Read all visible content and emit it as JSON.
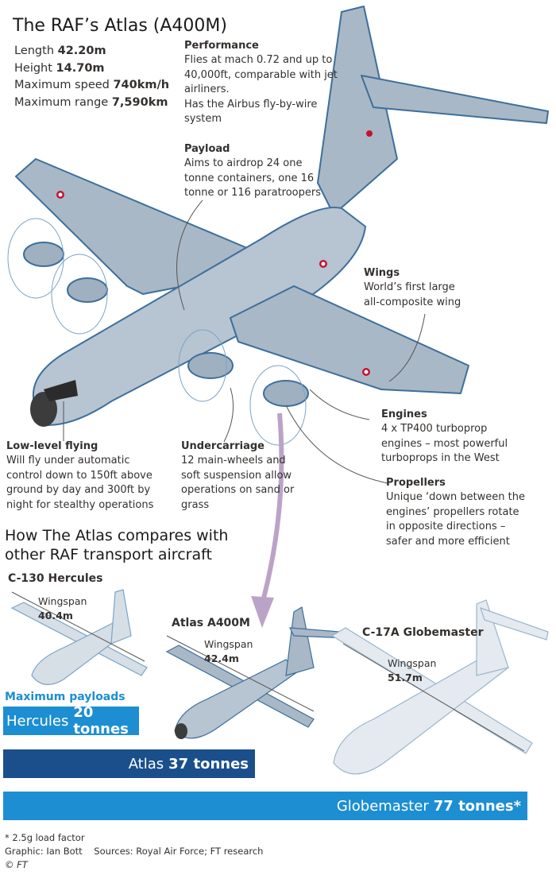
{
  "title": "The RAF’s Atlas (A400M)",
  "specs": [
    {
      "label": "Length",
      "value": "42.20m"
    },
    {
      "label": "Height",
      "value": "14.70m"
    },
    {
      "label": "Maximum speed",
      "value": "740km/h"
    },
    {
      "label": "Maximum range",
      "value": "7,590km"
    }
  ],
  "notes": {
    "performance": {
      "heading": "Performance",
      "lines": [
        "Flies at mach 0.72 and up to",
        "40,000ft, comparable with jet",
        "airliners.",
        "Has the Airbus fly-by-wire",
        "system"
      ]
    },
    "payload": {
      "heading": "Payload",
      "lines": [
        "Aims to airdrop 24 one",
        "tonne containers, one 16",
        "tonne or 116 paratroopers"
      ]
    },
    "wings": {
      "heading": "Wings",
      "lines": [
        "World’s first large",
        "all-composite wing"
      ]
    },
    "engines": {
      "heading": "Engines",
      "lines": [
        "4 x TP400 turboprop",
        "engines – most powerful",
        "turboprops in the West"
      ]
    },
    "propellers": {
      "heading": "Propellers",
      "lines": [
        "Unique ‘down between the",
        "engines’ propellers rotate",
        "in opposite directions –",
        "safer and more efficient"
      ]
    },
    "low_level": {
      "heading": "Low-level flying",
      "lines": [
        "Will fly under automatic",
        "control down to 150ft above",
        "ground by day and 300ft by",
        "night for stealthy operations"
      ]
    },
    "undercarriage": {
      "heading": "Undercarriage",
      "lines": [
        "12 main-wheels and",
        "soft suspension allow",
        "operations on sand or",
        "grass"
      ]
    }
  },
  "compare": {
    "title_line1": "How The Atlas compares with",
    "title_line2": "other RAF transport aircraft",
    "hercules": {
      "name": "C-130 Hercules",
      "wingspan_label": "Wingspan",
      "wingspan": "40.4m"
    },
    "atlas": {
      "name": "Atlas A400M",
      "wingspan_label": "Wingspan",
      "wingspan": "42.4m"
    },
    "globemaster": {
      "name": "C-17A Globemaster",
      "wingspan_label": "Wingspan",
      "wingspan": "51.7m"
    }
  },
  "payloads": {
    "heading": "Maximum payloads",
    "bars": [
      {
        "name": "Hercules",
        "value": "20 tonnes",
        "tonnes": 20,
        "color": "#1d8ed2"
      },
      {
        "name": "Atlas",
        "value": "37 tonnes",
        "tonnes": 37,
        "color": "#1a4f8b"
      },
      {
        "name": "Globemaster",
        "value": "77 tonnes*",
        "tonnes": 77,
        "color": "#1d8ed2"
      }
    ]
  },
  "footer": {
    "footnote": "* 2.5g load factor",
    "credit": "Graphic: Ian Bott",
    "sources": "Sources: Royal Air Force; FT research",
    "copyright": "© FT"
  },
  "colors": {
    "fuselage": "#b7c4d1",
    "outline": "#3d6f9c",
    "wing": "#a9b8c6",
    "accent_arrow": "#bba3c7"
  }
}
